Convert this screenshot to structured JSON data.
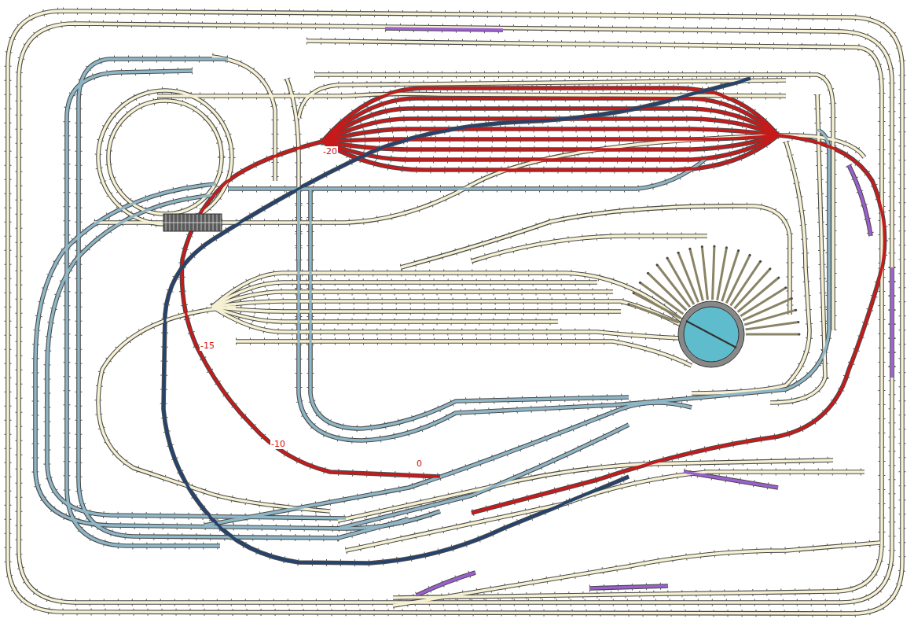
{
  "diagram": {
    "labels": [
      "-20",
      "-15",
      "-10",
      "0"
    ]
  }
}
